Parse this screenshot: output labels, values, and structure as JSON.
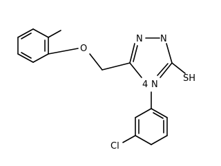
{
  "molecule": {
    "atoms": {
      "oxygen": "O",
      "nitrogen_1": "N",
      "nitrogen_2": "N",
      "nitrogen_4": "N",
      "locant_4": "4",
      "thiol": "SH",
      "chlorine": "Cl"
    },
    "colors": {
      "bond": "#000000",
      "label": "#000000",
      "background": "#ffffff"
    }
  }
}
